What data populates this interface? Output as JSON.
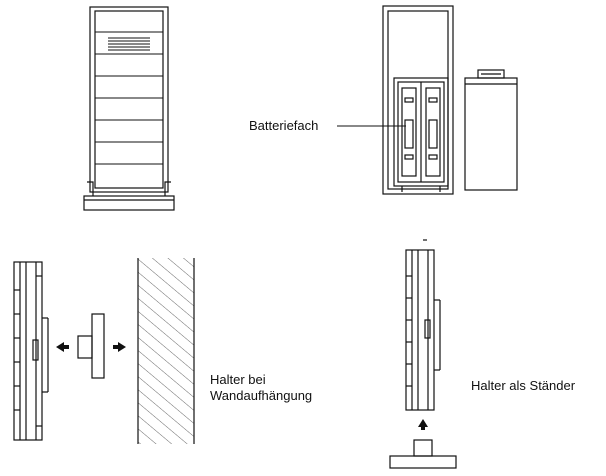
{
  "labels": {
    "battery_compartment": "Batteriefach",
    "wall_mount_line1": "Halter bei",
    "wall_mount_line2": "Wandaufhängung",
    "stand_mount": "Halter als Ständer"
  },
  "colors": {
    "line": "#111111",
    "background": "#ffffff"
  }
}
